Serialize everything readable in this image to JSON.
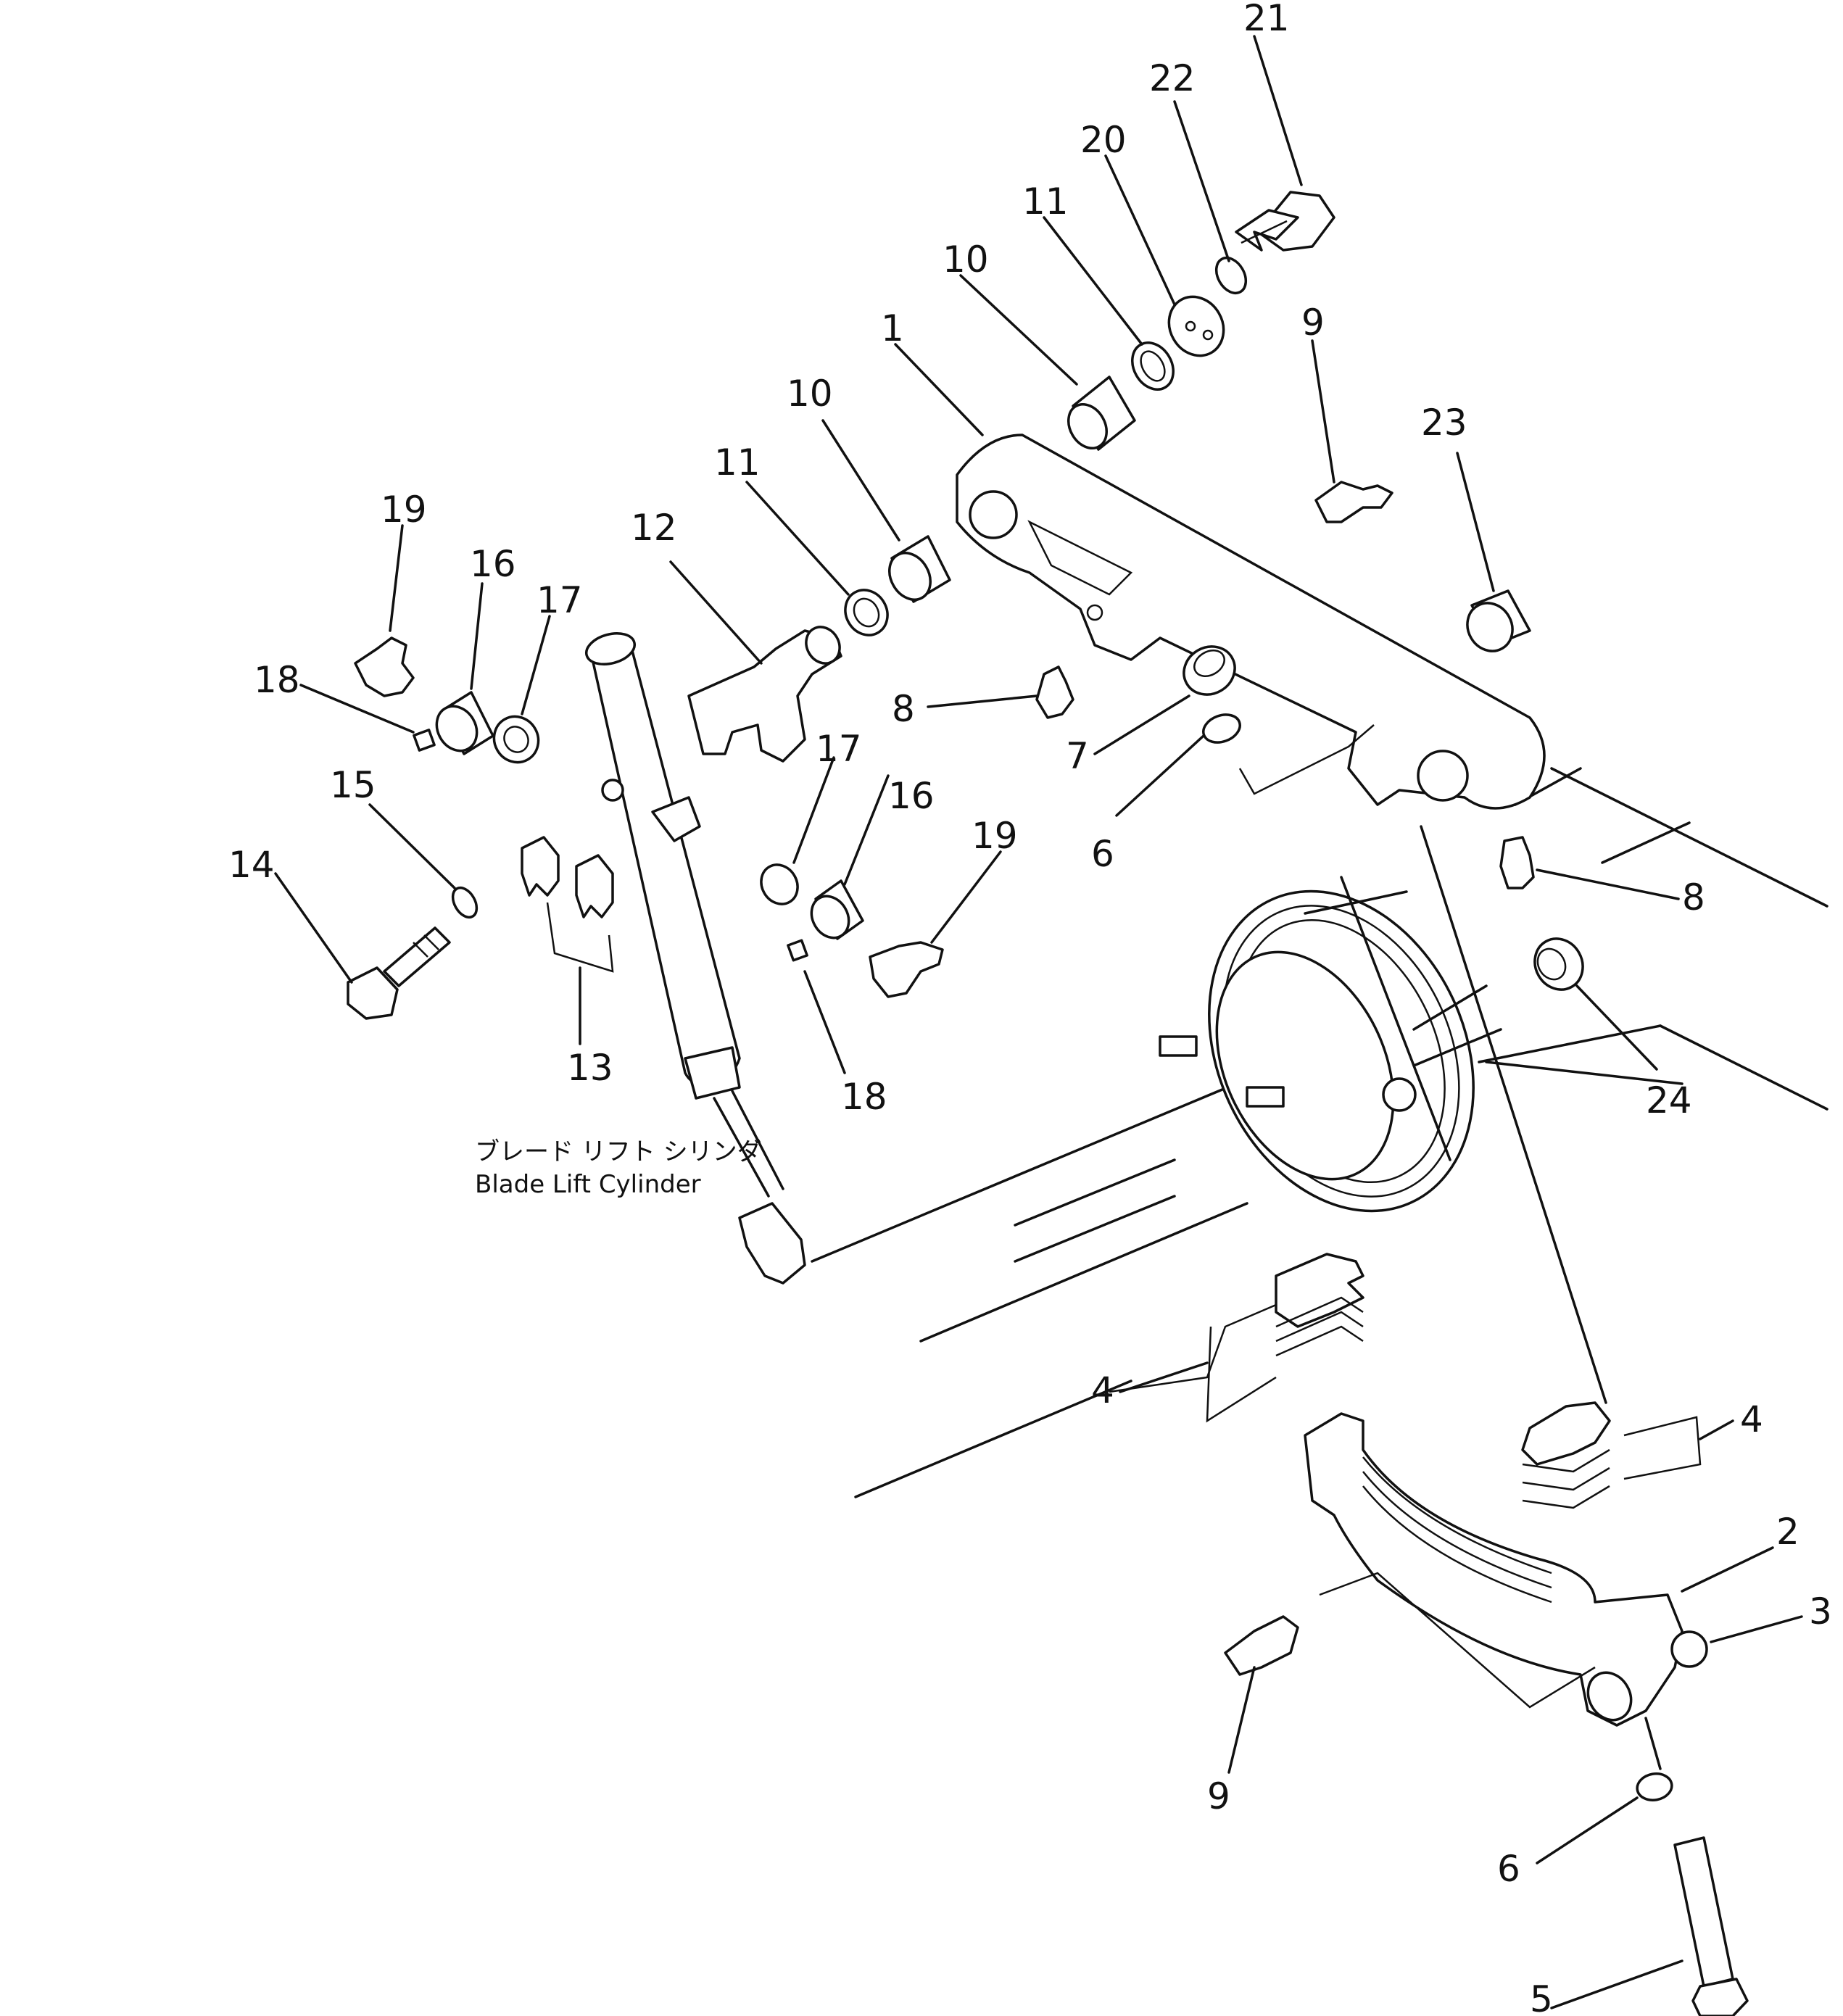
{
  "caption": {
    "jp": "ブレード リフト シリンダ",
    "en": "Blade Lift Cylinder"
  },
  "callouts": [
    "21",
    "22",
    "20",
    "11",
    "10",
    "1",
    "9",
    "23",
    "10",
    "11",
    "12",
    "19",
    "16",
    "17",
    "18",
    "8",
    "7",
    "6",
    "8",
    "15",
    "14",
    "13",
    "17",
    "16",
    "19",
    "18",
    "24",
    "4",
    "4",
    "2",
    "3",
    "9",
    "6",
    "5"
  ]
}
